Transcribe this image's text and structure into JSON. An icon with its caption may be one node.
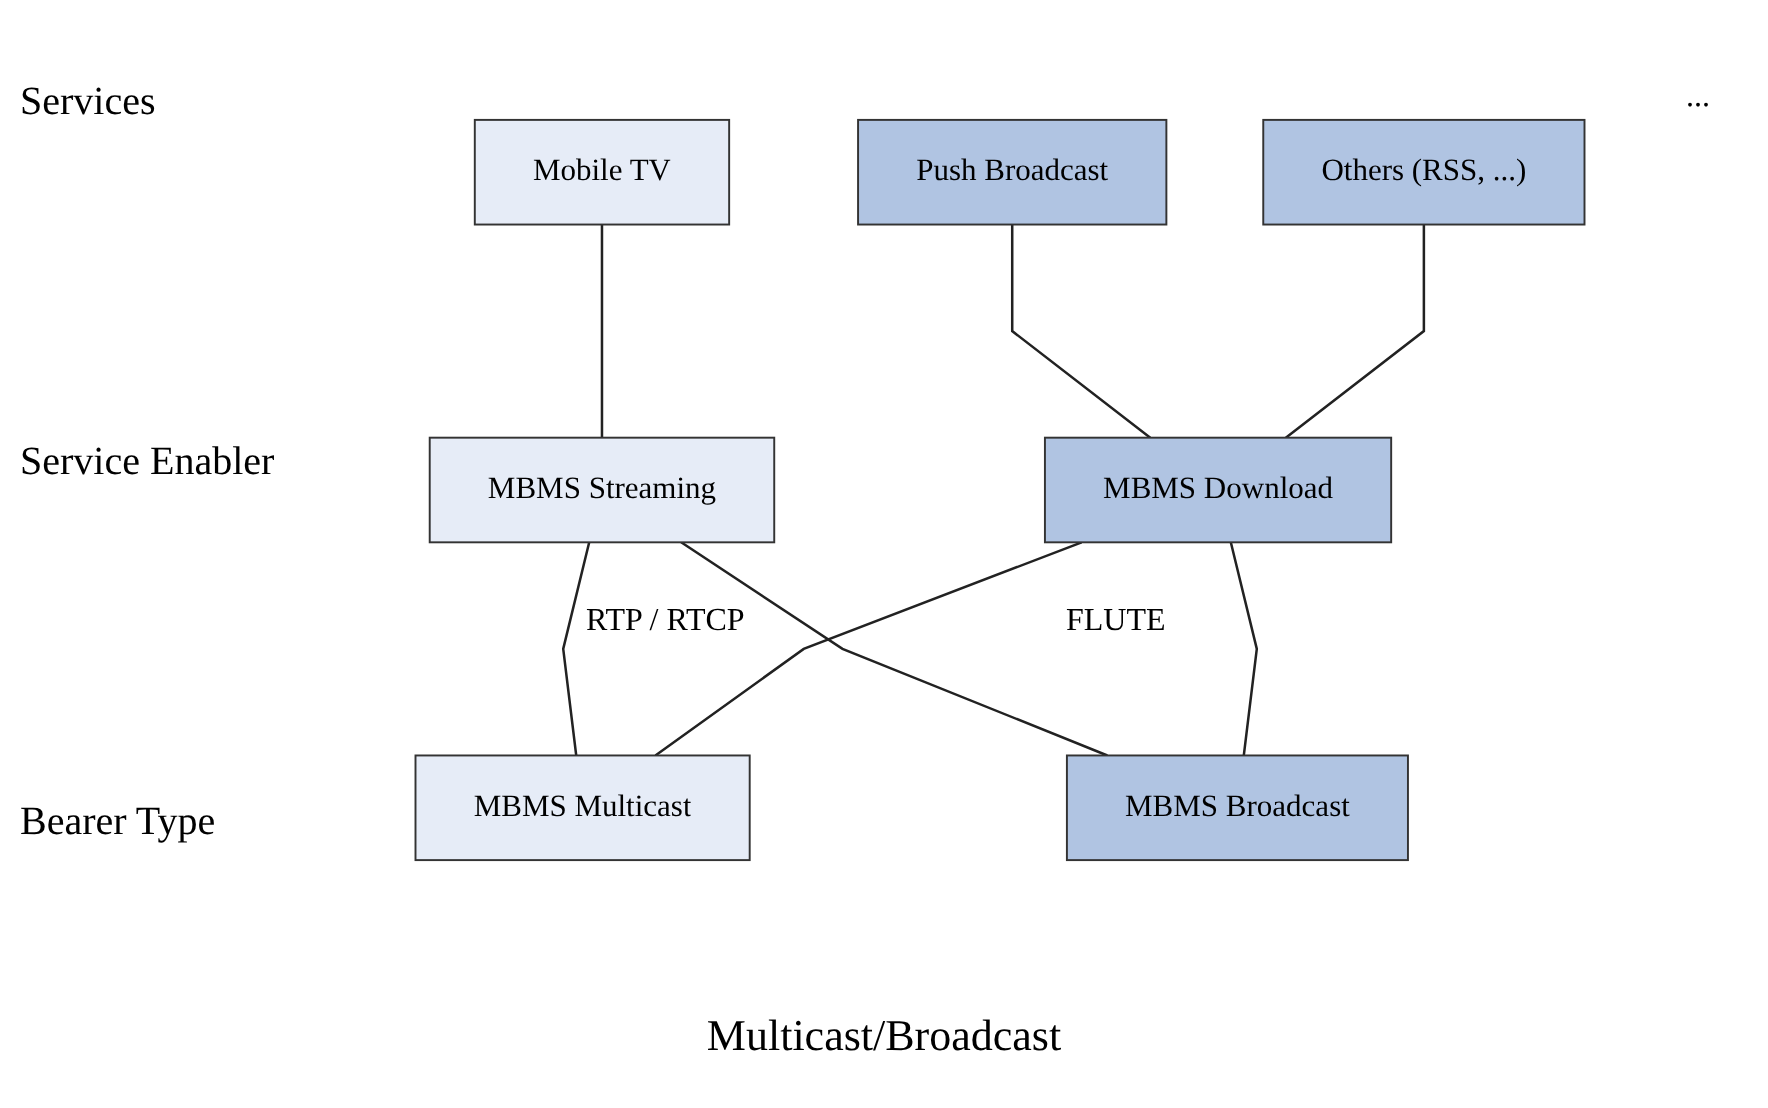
{
  "diagram": {
    "caption": "Multicast/Broadcast",
    "nodes": [
      {
        "text": [
          "Mobile TV"
        ]
      },
      {
        "text": [
          "Push Broadcast"
        ]
      },
      {
        "text": [
          "Others (RSS, ...)"
        ]
      },
      {
        "text": [
          "MBMS Streaming"
        ]
      },
      {
        "text": [
          "MBMS Download"
        ]
      },
      {
        "text": [
          "MBMS Multicast"
        ]
      },
      {
        "text": [
          "MBMS Broadcast"
        ]
      }
    ],
    "edges": [
      {
        "from": 0,
        "to": 3,
        "arrow": "none"
      },
      {
        "from": 1,
        "to": 4,
        "arrow": "none"
      },
      {
        "from": 2,
        "to": 4,
        "arrow": "none"
      },
      {
        "from": 3,
        "to": 5,
        "arrow": "none"
      },
      {
        "from": 3,
        "to": 6,
        "arrow": "none"
      },
      {
        "from": 4,
        "to": 5,
        "arrow": "none"
      },
      {
        "from": 4,
        "to": 6,
        "arrow": "none"
      }
    ],
    "labels": [
      "Services",
      "...",
      "Service Enabler",
      "RTP / RTCP",
      "FLUTE",
      "Bearer Type"
    ]
  }
}
